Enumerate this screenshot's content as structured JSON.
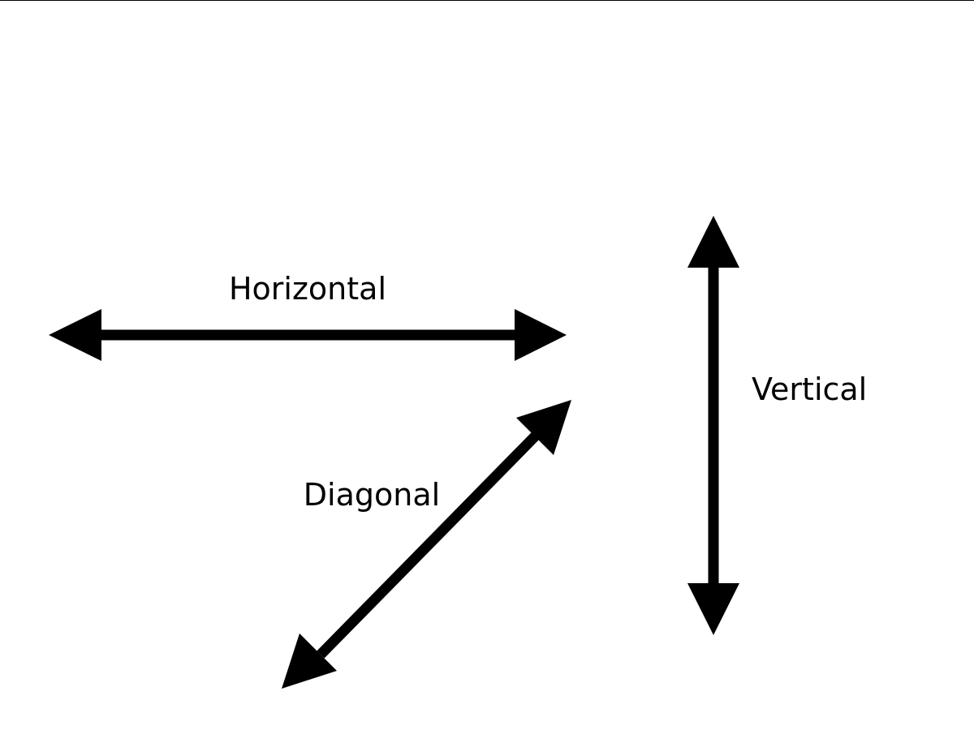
{
  "diagram": {
    "arrow_color": "#000000",
    "background_color": "#ffffff",
    "arrows": [
      {
        "id": "horizontal",
        "label": "Horizontal",
        "orientation": "horizontal",
        "heads": "double"
      },
      {
        "id": "vertical",
        "label": "Vertical",
        "orientation": "vertical",
        "heads": "double"
      },
      {
        "id": "diagonal",
        "label": "Diagonal",
        "orientation": "diagonal",
        "heads": "double"
      }
    ]
  }
}
